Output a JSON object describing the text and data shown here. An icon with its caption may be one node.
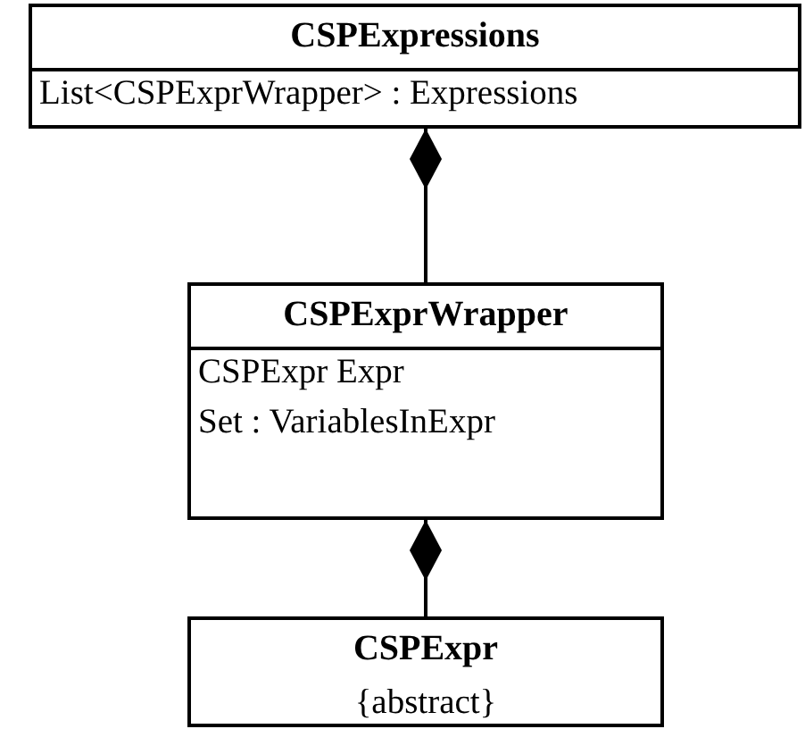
{
  "diagram": {
    "nodes": [
      {
        "text": [
          "CSPExpressions",
          "List<CSPExprWrapper> : Expressions"
        ]
      },
      {
        "text": [
          "CSPExprWrapper",
          "CSPExpr Expr",
          "Set : VariablesInExpr"
        ]
      },
      {
        "text": [
          "CSPExpr",
          "{abstract}"
        ]
      }
    ],
    "edges": [
      {
        "from": 1,
        "to": 0,
        "arrow": "other"
      },
      {
        "from": 2,
        "to": 1,
        "arrow": "other"
      }
    ]
  }
}
